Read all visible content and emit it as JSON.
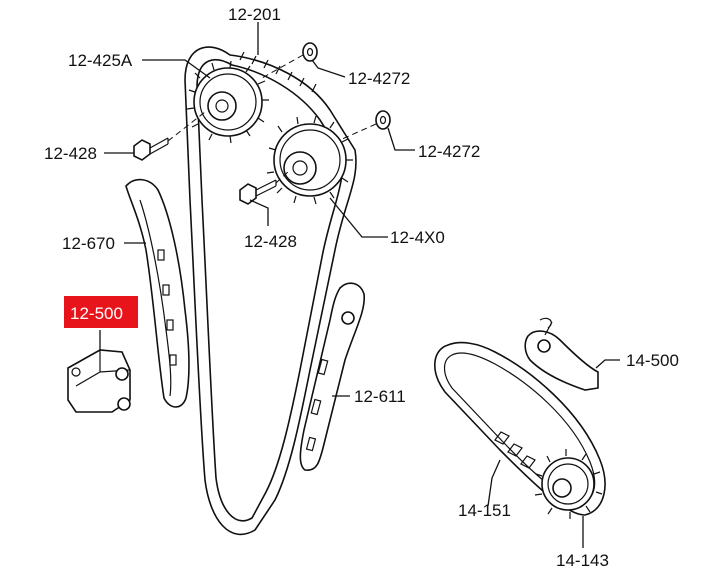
{
  "labels": {
    "p12_201": "12-201",
    "p12_425a": "12-425A",
    "p12_4272_top": "12-4272",
    "p12_4272_mid": "12-4272",
    "p12_428_left": "12-428",
    "p12_428_mid": "12-428",
    "p12_4x0": "12-4X0",
    "p12_670": "12-670",
    "p12_500": "12-500",
    "p12_611": "12-611",
    "p14_500": "14-500",
    "p14_151": "14-151",
    "p14_143": "14-143"
  },
  "highlight": {
    "part": "12-500",
    "color": "#e8141c"
  }
}
